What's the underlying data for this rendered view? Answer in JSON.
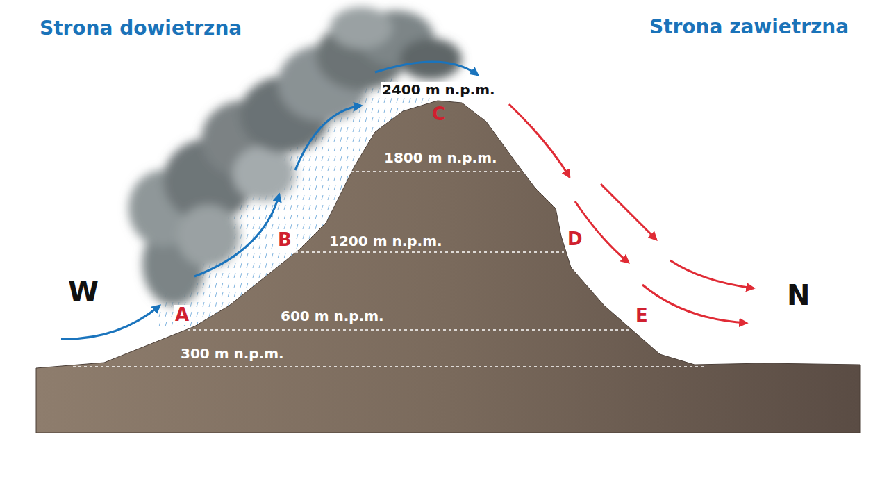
{
  "diagram": {
    "labels": [
      "Strona dowietrzna",
      "Strona zawietrzna",
      "2400 m n.p.m.",
      "C",
      "1800 m n.p.m.",
      "B",
      "1200 m n.p.m.",
      "D",
      "W",
      "N",
      "A",
      "600 m n.p.m.",
      "E",
      "300 m n.p.m."
    ]
  }
}
